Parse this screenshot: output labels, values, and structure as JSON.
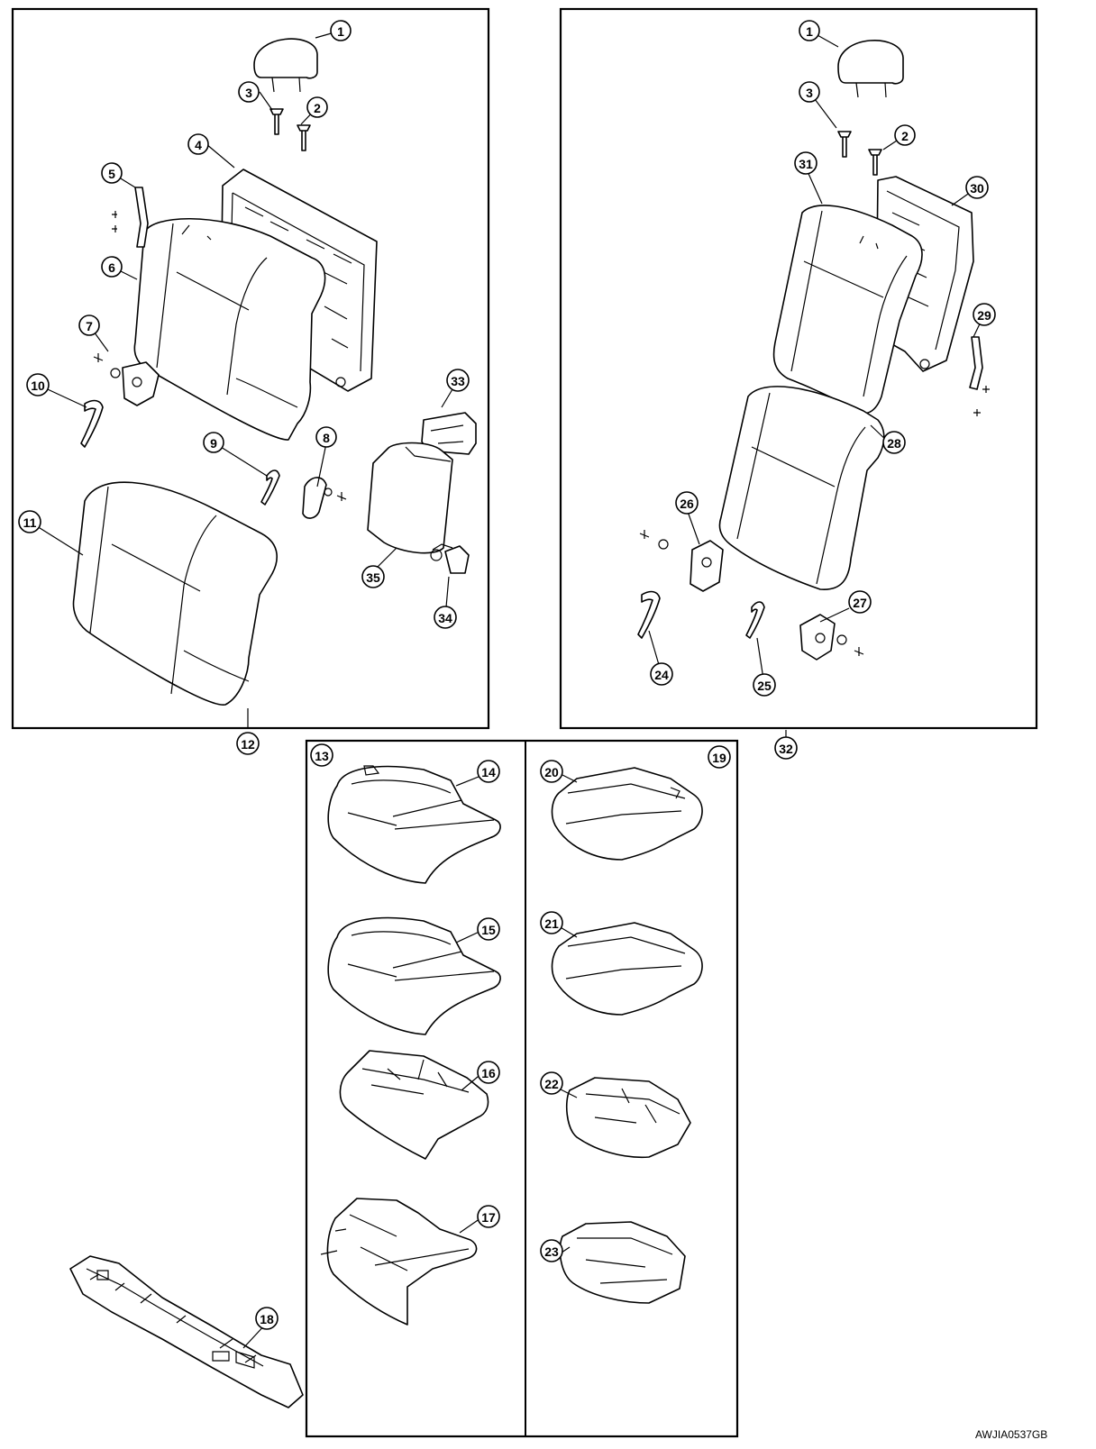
{
  "figure_code": "AWJIA0537GB",
  "callouts": {
    "c1a": "1",
    "c2a": "2",
    "c3a": "3",
    "c4": "4",
    "c5": "5",
    "c6": "6",
    "c7": "7",
    "c8": "8",
    "c9": "9",
    "c10": "10",
    "c11": "11",
    "c12": "12",
    "c33": "33",
    "c34": "34",
    "c35": "35",
    "c1b": "1",
    "c2b": "2",
    "c3b": "3",
    "c24": "24",
    "c25": "25",
    "c26": "26",
    "c27": "27",
    "c28": "28",
    "c29": "29",
    "c30": "30",
    "c31": "31",
    "c32": "32",
    "c13": "13",
    "c14": "14",
    "c15": "15",
    "c16": "16",
    "c17": "17",
    "c19": "19",
    "c20": "20",
    "c21": "21",
    "c22": "22",
    "c23": "23",
    "c18": "18"
  }
}
